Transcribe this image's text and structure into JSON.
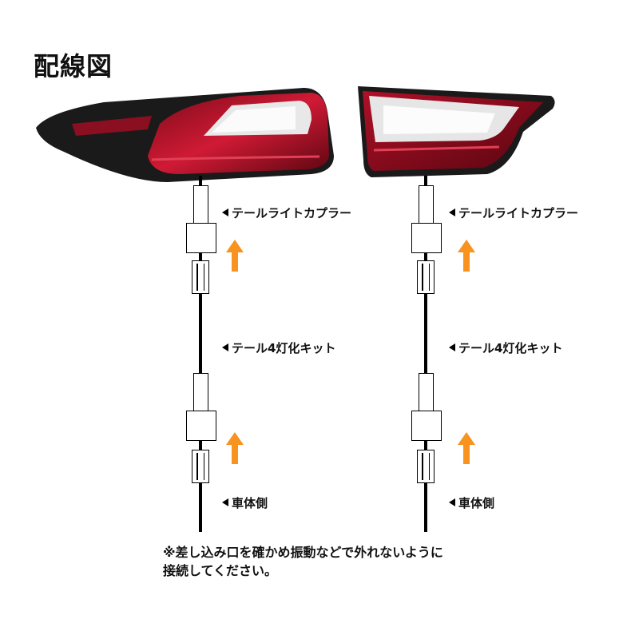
{
  "title": "配線図",
  "labels": {
    "coupler": "テールライトカプラー",
    "kit": "テール4灯化キット",
    "vehicle_side": "車体側"
  },
  "note": {
    "line1": "※差し込み口を確かめ振動などで外れないように",
    "line2": "接続してください。"
  },
  "colors": {
    "arrow": "#f7931e",
    "lamp_red": "#c8102e",
    "wire": "#000000"
  },
  "icons": [
    "left-triangle-icon",
    "up-arrow-icon"
  ]
}
